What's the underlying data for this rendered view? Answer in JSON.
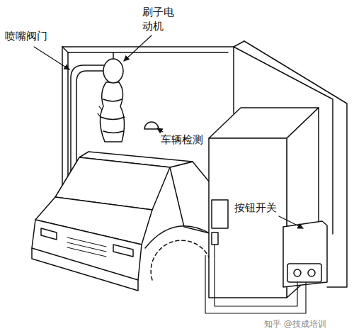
{
  "diagram": {
    "labels": [
      "刷子电动机",
      "喷嘴阀门",
      "车辆检测",
      "按钮开关",
      "知乎 @技成培训"
    ]
  }
}
